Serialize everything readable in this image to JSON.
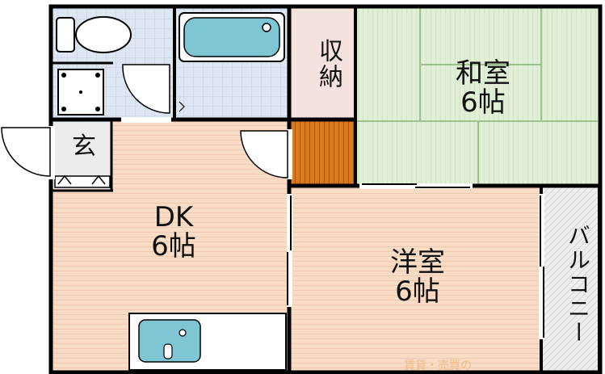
{
  "rooms": {
    "washitsu": {
      "name": "和室",
      "size": "6帖"
    },
    "dk": {
      "name": "DK",
      "size": "6帖"
    },
    "yoshitsu": {
      "name": "洋室",
      "size": "6帖"
    },
    "genkan": {
      "name": "玄"
    },
    "storage": {
      "name": "収納"
    },
    "balcony": {
      "name": "バルコニー"
    }
  },
  "watermark": {
    "text": "賃貸・売買の"
  },
  "colors": {
    "wall": "#000000",
    "tatami": "#dff0d6",
    "wood_floor": "#f9dcc6",
    "tile": "#dde6f3",
    "storage": "#f4e3dd",
    "closet_slats": "#d97a22",
    "fixture": "#7fc6d5",
    "balcony": "#e8e8e8"
  }
}
